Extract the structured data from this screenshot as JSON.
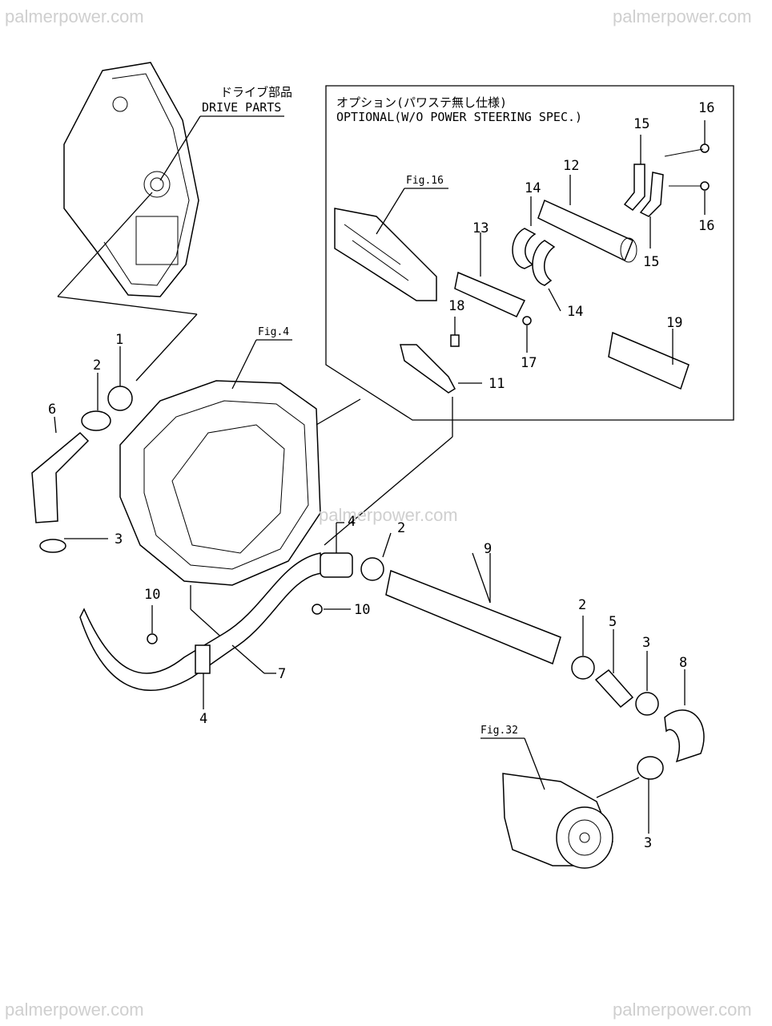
{
  "watermarks": {
    "top_left": "palmerpower.com",
    "top_right": "palmerpower.com",
    "center": "palmerpower.com",
    "bottom_left": "palmerpower.com",
    "bottom_right": "palmerpower.com"
  },
  "drive_parts": {
    "label_jp": "ドライブ部品",
    "label_en": "DRIVE PARTS"
  },
  "optional_box": {
    "title_jp": "オプション(パワステ無し仕様)",
    "title_en": "OPTIONAL(W/O POWER STEERING SPEC.)"
  },
  "figure_refs": {
    "fig4": "Fig.4",
    "fig16": "Fig.16",
    "fig32": "Fig.32"
  },
  "callouts": {
    "c1": "1",
    "c2a": "2",
    "c2b": "2",
    "c2c": "2",
    "c3a": "3",
    "c3b": "3",
    "c3c": "3",
    "c4a": "4",
    "c4b": "4",
    "c5": "5",
    "c6": "6",
    "c7": "7",
    "c8": "8",
    "c9": "9",
    "c10a": "10",
    "c10b": "10",
    "c11": "11",
    "c12": "12",
    "c13": "13",
    "c14a": "14",
    "c14b": "14",
    "c15a": "15",
    "c15b": "15",
    "c16a": "16",
    "c16b": "16",
    "c17": "17",
    "c18": "18",
    "c19": "19"
  }
}
